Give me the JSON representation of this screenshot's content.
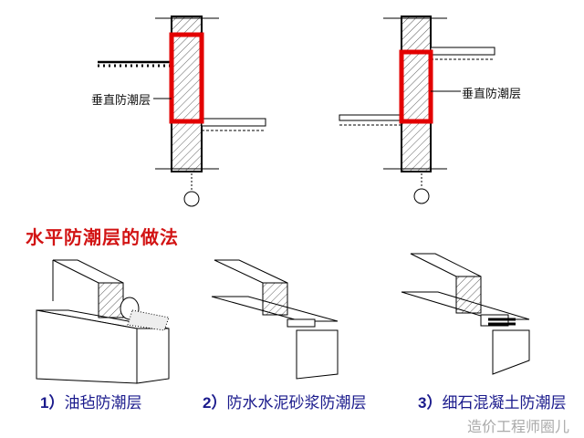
{
  "vertical_label_left": "垂直防潮层",
  "vertical_label_right": "垂直防潮层",
  "section_title": "水平防潮层的做法",
  "methods": [
    {
      "num": "1）",
      "label": "油毡防潮层"
    },
    {
      "num": "2）",
      "label": "防水水泥砂浆防潮层"
    },
    {
      "num": "3）",
      "label": "细石混凝土防潮层"
    }
  ],
  "watermark": "造价工程师圈儿",
  "colors": {
    "damp_proof": "#e30000",
    "title": "#d21414",
    "caption": "#1a1a8c"
  }
}
